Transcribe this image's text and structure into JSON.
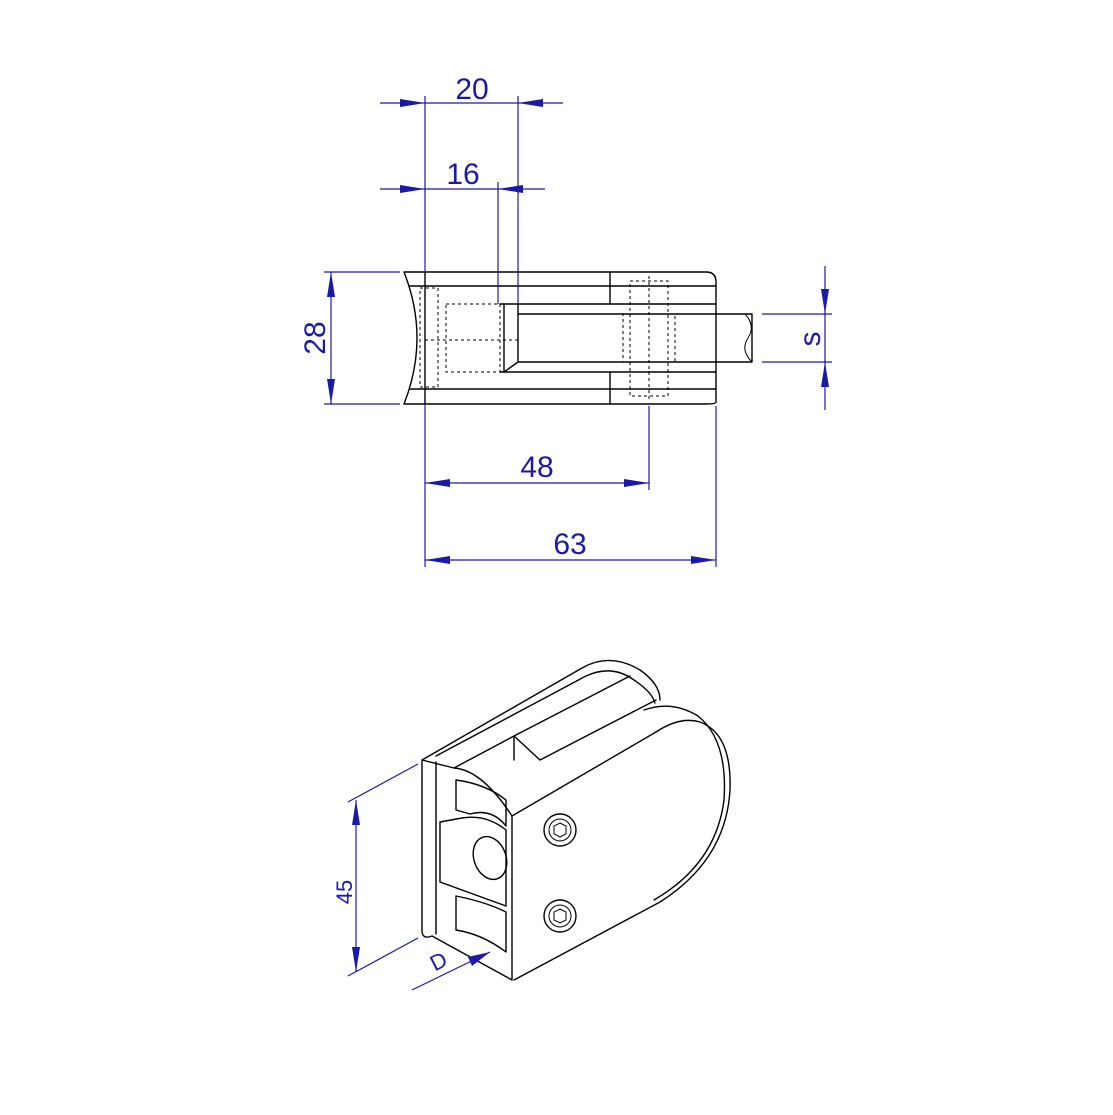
{
  "dimensions": {
    "width_20": "20",
    "width_16": "16",
    "height_28": "28",
    "glass_s": "s",
    "length_48": "48",
    "length_63": "63",
    "height_45": "45",
    "diameter_d": "D"
  },
  "colors": {
    "dimension": "#1a1aa8",
    "outline": "#000000"
  }
}
